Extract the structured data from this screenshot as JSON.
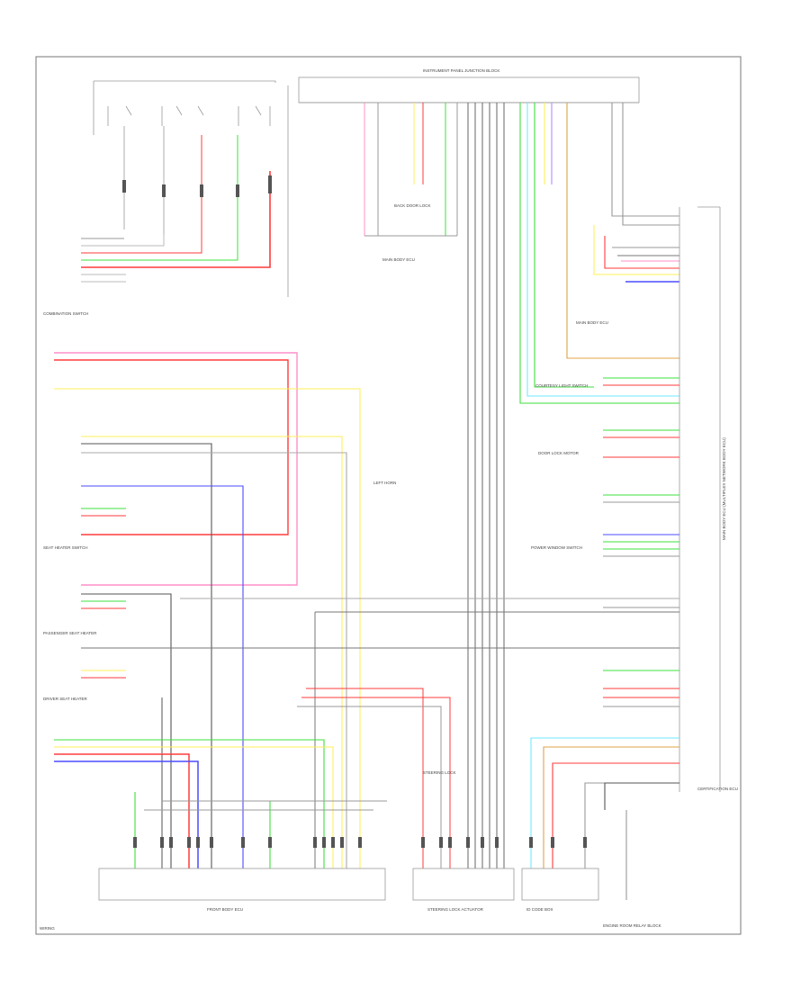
{
  "labels": {
    "left_joint_top": "INSTRUMENT PANEL JUNCTION BLOCK",
    "left_label_1": "COMBINATION SWITCH",
    "left_label_2": "SEAT HEATER SWITCH",
    "left_label_3": "PASSENGER SEAT HEATER",
    "left_label_4": "DRIVER SEAT HEATER",
    "center_label_1": "BACK DOOR LOCK",
    "center_label_2": "MAIN BODY ECU",
    "center_label_3": "LEFT HORN",
    "center_label_4": "STEERING LOCK",
    "right_label_1": "MAIN BODY ECU",
    "right_label_2": "COURTESY LIGHT SWITCH",
    "right_label_3": "DOOR LOCK MOTOR",
    "right_label_4": "POWER WINDOW SWITCH",
    "right_label_5": "CERTIFICATION ECU",
    "bottom_label_1": "FRONT BODY ECU",
    "bottom_label_2": "STEERING LOCK ACTUATOR",
    "bottom_label_3": "ID CODE BOX",
    "bottom_label_4": "ENGINE ROOM RELAY BLOCK",
    "vertical_right": "MAIN BODY ECU (MULTIPLEX NETWORK BODY ECU)",
    "footer": "WIRING"
  },
  "colors": {
    "red": "#ff3b3b",
    "pink": "#ff8fc8",
    "yellow": "#ffef5a",
    "green": "#3ee03e",
    "blue": "#4b4bff",
    "cyan": "#6fe9ff",
    "orange": "#e0a447",
    "violet": "#b48cff",
    "gray": "#8c8c8c",
    "dark": "#555555",
    "line": "#9a9a9a"
  }
}
